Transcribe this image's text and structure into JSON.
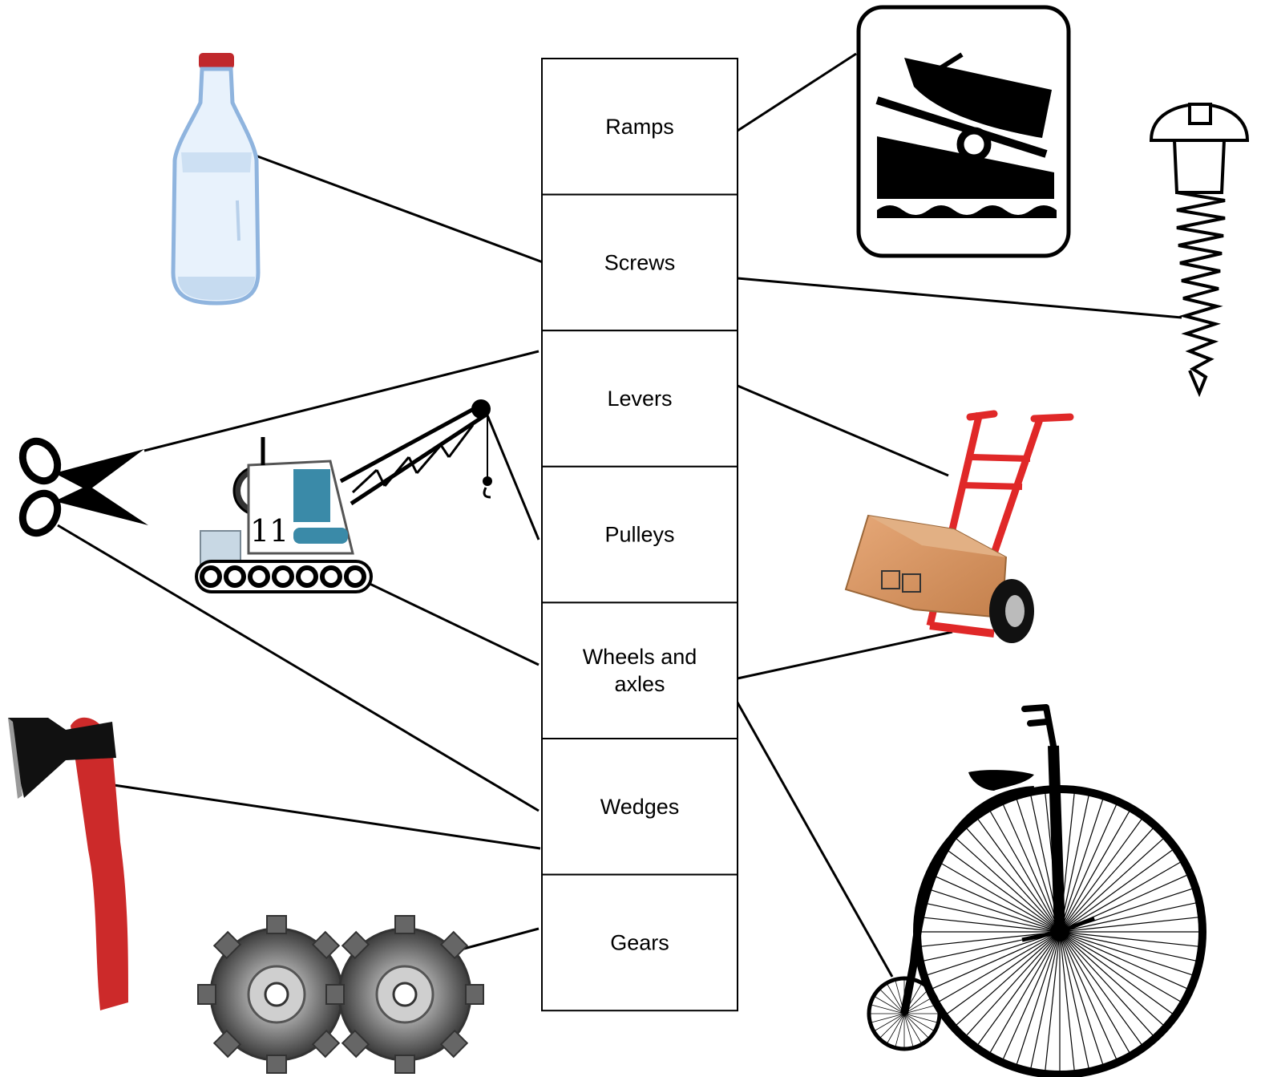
{
  "categories": [
    {
      "id": "ramps",
      "lines": [
        "Ramps"
      ]
    },
    {
      "id": "screws",
      "lines": [
        "Screws"
      ]
    },
    {
      "id": "levers",
      "lines": [
        "Levers"
      ]
    },
    {
      "id": "pulleys",
      "lines": [
        "Pulleys"
      ]
    },
    {
      "id": "wheels",
      "lines": [
        "Wheels and",
        "axles"
      ]
    },
    {
      "id": "wedges",
      "lines": [
        "Wedges"
      ]
    },
    {
      "id": "gears",
      "lines": [
        "Gears"
      ]
    }
  ],
  "pictures": [
    {
      "id": "bottle",
      "icon": "bottle-icon",
      "category": "screws"
    },
    {
      "id": "boat-ramp-sign",
      "icon": "boat-ramp-sign-icon",
      "category": "ramps"
    },
    {
      "id": "screw",
      "icon": "screw-icon",
      "category": "screws"
    },
    {
      "id": "scissors",
      "icon": "scissors-icon",
      "category": [
        "levers",
        "wedges"
      ]
    },
    {
      "id": "crane",
      "icon": "crane-icon",
      "category": [
        "pulleys",
        "wheels"
      ]
    },
    {
      "id": "hand-truck",
      "icon": "hand-truck-icon",
      "category": [
        "levers",
        "wheels"
      ]
    },
    {
      "id": "axe",
      "icon": "axe-icon",
      "category": "wedges"
    },
    {
      "id": "gears",
      "icon": "gears-icon",
      "category": "gears"
    },
    {
      "id": "penny-farthing",
      "icon": "penny-farthing-icon",
      "category": "wheels"
    }
  ],
  "crane_number": "11",
  "colors": {
    "bottle": "#a8c8e8",
    "bottle_cap": "#c0282c",
    "crane_cab": "#3a8aa8",
    "hand_truck": "#e02828",
    "box": "#d8955f",
    "axe_handle": "#cc2a2a",
    "gear": "#777777"
  }
}
